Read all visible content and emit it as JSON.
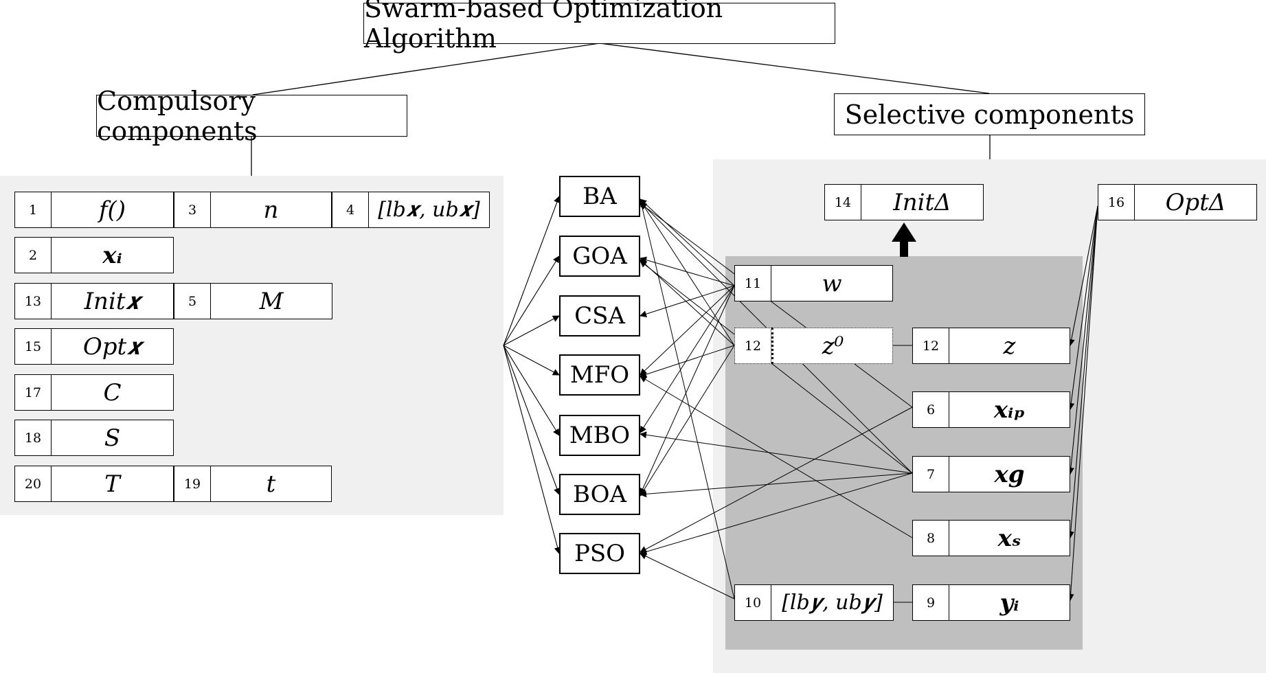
{
  "title": "Swarm-based Optimization Algorithm",
  "compulsory": {
    "label": "Compulsory components",
    "items": [
      {
        "num": "1",
        "sym": "f()"
      },
      {
        "num": "3",
        "sym": "n"
      },
      {
        "num": "4",
        "sym": "[lb𝒙, ub𝒙]"
      },
      {
        "num": "2",
        "sym": "𝒙ᵢ"
      },
      {
        "num": "13",
        "sym": "Init𝒙"
      },
      {
        "num": "5",
        "sym": "M"
      },
      {
        "num": "15",
        "sym": "Opt𝒙"
      },
      {
        "num": "17",
        "sym": "C"
      },
      {
        "num": "18",
        "sym": "S"
      },
      {
        "num": "20",
        "sym": "T"
      },
      {
        "num": "19",
        "sym": "t"
      }
    ]
  },
  "selective": {
    "label": "Selective components",
    "items": [
      {
        "num": "14",
        "sym": "InitΔ"
      },
      {
        "num": "16",
        "sym": "OptΔ"
      },
      {
        "num": "11",
        "sym": "w"
      },
      {
        "num": "12",
        "sym": "z⁰"
      },
      {
        "num": "12",
        "sym": "z"
      },
      {
        "num": "6",
        "sym": "𝒙ᵢₚ"
      },
      {
        "num": "7",
        "sym": "𝒙g"
      },
      {
        "num": "8",
        "sym": "𝒙ₛ"
      },
      {
        "num": "10",
        "sym": "[lb𝒚, ub𝒚]"
      },
      {
        "num": "9",
        "sym": "𝒚ᵢ"
      }
    ]
  },
  "algorithms": [
    "BA",
    "GOA",
    "CSA",
    "MFO",
    "MBO",
    "BOA",
    "PSO"
  ],
  "colors": {
    "outer_panel": "#f0f0f0",
    "inner_panel": "#bfbfbf",
    "line": "#000000"
  }
}
